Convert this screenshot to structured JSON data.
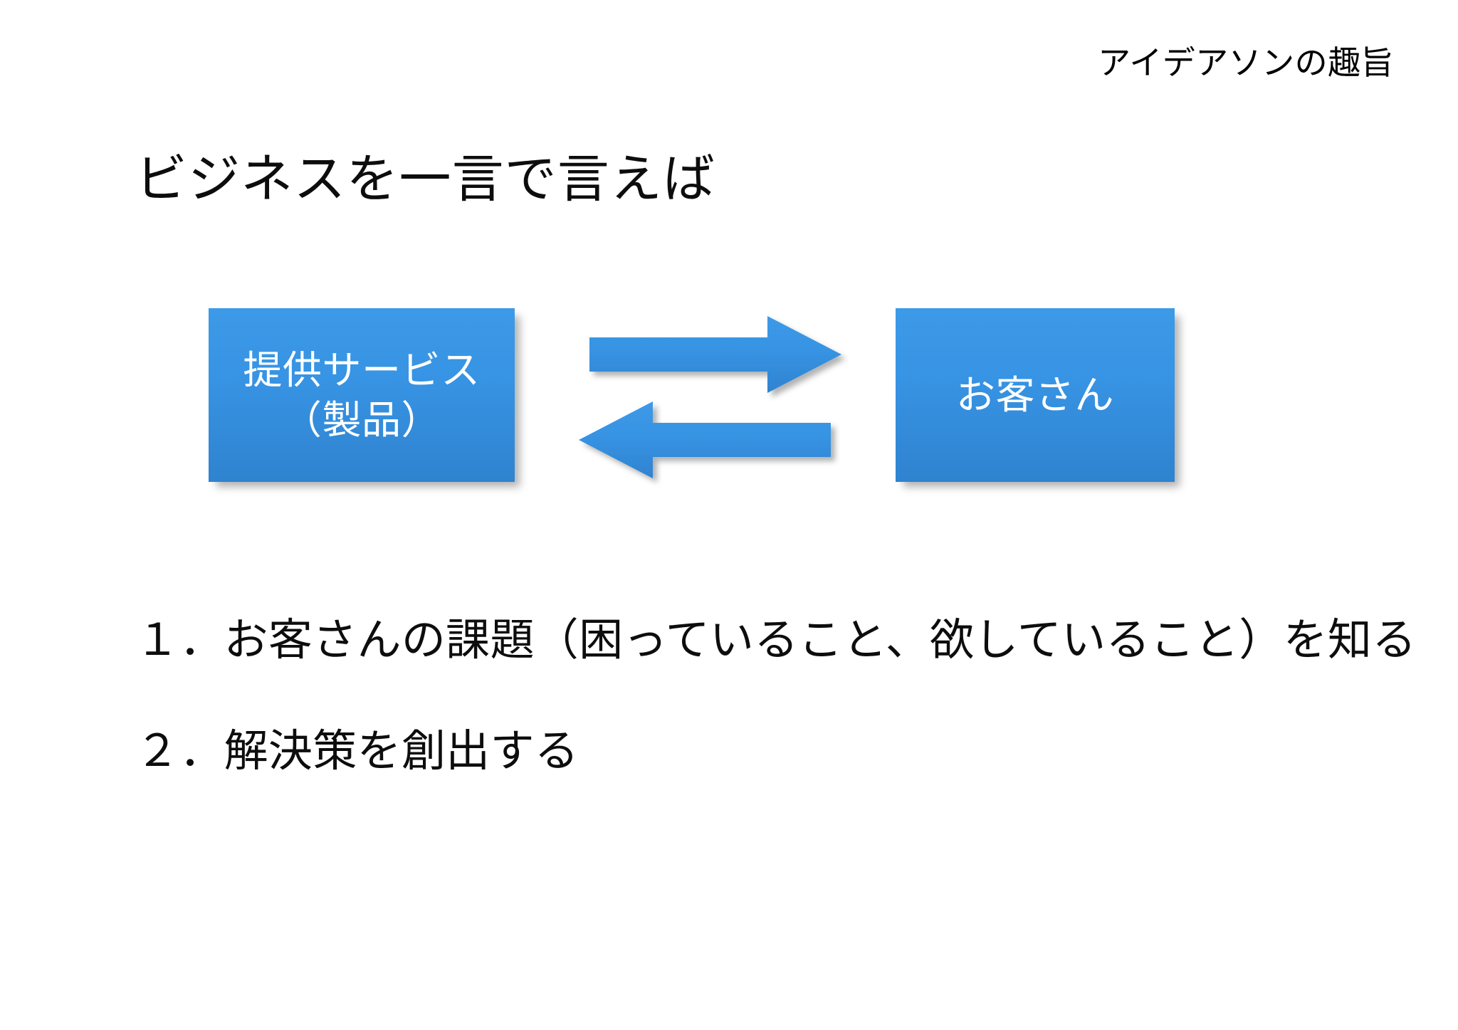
{
  "slide": {
    "header_caption": "アイデアソンの趣旨",
    "title": "ビジネスを一言で言えば",
    "background_color": "#ffffff",
    "text_color": "#0d0d0d"
  },
  "diagram": {
    "accent_color_top": "#3d9ae8",
    "accent_color_bottom": "#2f83cf",
    "box_text_color": "#ffffff",
    "boxes": [
      {
        "id": "service",
        "label": "提供サービス\n（製品）",
        "name": "提供サービス（製品）"
      },
      {
        "id": "customer",
        "label": "お客さん",
        "name": "お客さん"
      }
    ],
    "arrows": [
      {
        "id": "right",
        "direction": "right",
        "from": "提供サービス（製品）",
        "to": "お客さん"
      },
      {
        "id": "left",
        "direction": "left",
        "from": "お客さん",
        "to": "提供サービス（製品）"
      }
    ]
  },
  "list": {
    "items": [
      "１．お客さんの課題（困っていること、欲していること）を知る",
      "２．解決策を創出する"
    ]
  }
}
